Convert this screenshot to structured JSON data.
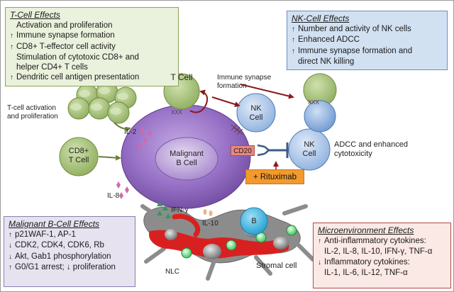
{
  "tcell_box": {
    "title": "T-Cell Effects",
    "lines": [
      {
        "arrow": "",
        "text": "Activation and proliferation"
      },
      {
        "arrow": "↑",
        "text": "Immune synapse formation"
      },
      {
        "arrow": "↑",
        "text": "CD8+ T-effector cell activity"
      },
      {
        "arrow": "",
        "text": "Stimulation of cytotoxic CD8+ and"
      },
      {
        "arrow": "",
        "text": "helper CD4+ T cells"
      },
      {
        "arrow": "↑",
        "text": "Dendritic cell antigen presentation"
      }
    ]
  },
  "nk_box": {
    "title": "NK-Cell Effects",
    "lines": [
      {
        "arrow": "↑",
        "text": "Number and activity of NK cells"
      },
      {
        "arrow": "↑",
        "text": "Enhanced ADCC"
      },
      {
        "arrow": "↑",
        "text": "Immune synapse formation and"
      },
      {
        "arrow": "",
        "text": "direct NK killing"
      }
    ]
  },
  "bcell_box": {
    "title": "Malignant B-Cell Effects",
    "lines": [
      {
        "arrow": "↑",
        "text": "p21WAF-1, AP-1"
      },
      {
        "arrow": "↓",
        "text": "CDK2, CDK4, CDK6, Rb"
      },
      {
        "arrow": "↓",
        "text": "Akt, Gab1 phosphorylation"
      },
      {
        "arrow": "↑",
        "text": "G0/G1 arrest; ↓ proliferation"
      }
    ]
  },
  "env_box": {
    "title": "Microenvironment Effects",
    "lines": [
      {
        "arrow": "↑",
        "text": "Anti-inflammatory cytokines:"
      },
      {
        "arrow": "",
        "text": "IL-2, IL-8, IL-10, IFN-γ, TNF-α"
      },
      {
        "arrow": "↓",
        "text": "Inflammatory cytokines:"
      },
      {
        "arrow": "",
        "text": "IL-1, IL-6, IL-12, TNF-α"
      }
    ]
  },
  "labels": {
    "t_cell": "T Cell",
    "immune_synapse": "Immune synapse\nformation",
    "tcell_activation": "T-cell activation\nand proliferation",
    "il2": "IL-2",
    "cd8_tcell": "CD8+\nT Cell",
    "malignant": "Malignant\nB Cell",
    "nk_cell_1": "NK\nCell",
    "nk_cell_2": "NK\nCell",
    "cd20": "CD20",
    "adcc": "ADCC and enhanced\ncytotoxicity",
    "rituximab": "+ Rituximab",
    "il8": "IL-8",
    "ifn": "IFN-γ",
    "il10": "IL-10",
    "b": "B",
    "nlc": "NLC",
    "stromal": "Stromal cell",
    "xxx_1": "XXX",
    "xxx_2": "XXX"
  },
  "colors": {
    "tcell_fill": "#a9c47f",
    "tcell_stroke": "#6f8c3d",
    "nk_fill": "#a9c5e8",
    "nk_stroke": "#4f7cb6",
    "malignant_fill": "#8e6bbd",
    "arrow_red": "#8b1a1a",
    "arrow_green": "#5a7a2a",
    "cytokine_pink": "#d06aa8",
    "ifn_green": "#2f9a5c",
    "il10_orange": "#e8b58a",
    "stroma_gray": "#8c8c8c",
    "stroma_red": "#d92020",
    "b_cell_cyan": "#34b4e2",
    "nlc_green": "#3fcf5a"
  }
}
